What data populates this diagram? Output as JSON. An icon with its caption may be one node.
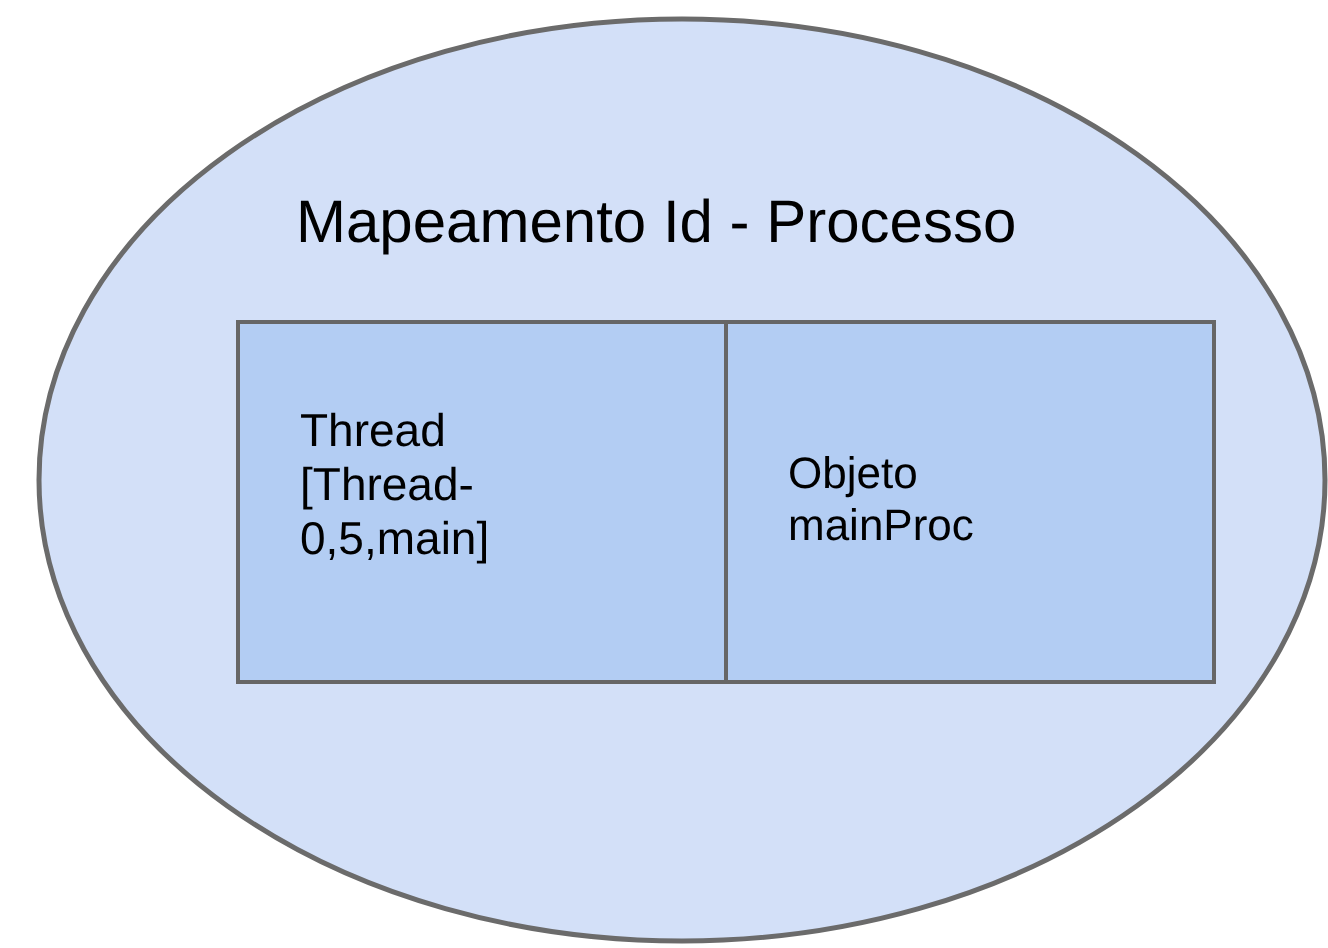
{
  "diagram": {
    "nodes": [
      {
        "text": [
          "Mapeamento Id - Processo"
        ]
      },
      {
        "text": [
          "Thread [Thread-0,5,main]"
        ],
        "in": 0
      },
      {
        "text": [
          "Objeto mainProc"
        ],
        "in": 0
      }
    ]
  }
}
